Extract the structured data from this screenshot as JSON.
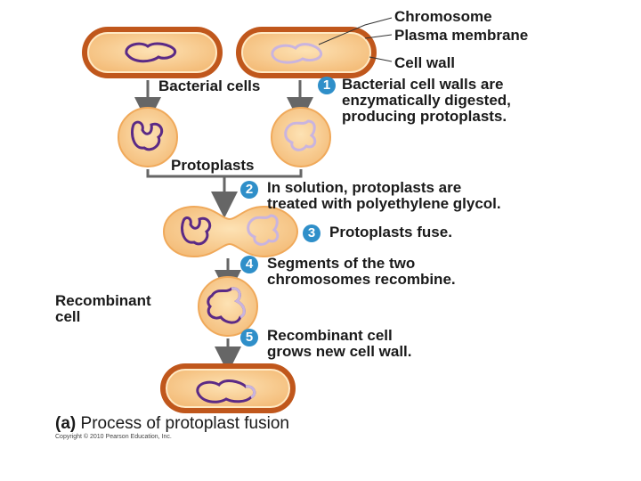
{
  "labels": {
    "chromosome": "Chromosome",
    "plasma_membrane": "Plasma membrane",
    "cell_wall": "Cell wall",
    "bacterial_cells": "Bacterial cells",
    "protoplasts": "Protoplasts",
    "recombinant_cell_line1": "Recombinant",
    "recombinant_cell_line2": "cell"
  },
  "steps": [
    {
      "number": "1",
      "line1": "Bacterial cell walls are",
      "line2": "enzymatically digested,",
      "line3": "producing protoplasts."
    },
    {
      "number": "2",
      "line1": "In solution, protoplasts are",
      "line2": "treated with polyethylene glycol."
    },
    {
      "number": "3",
      "line1": "Protoplasts fuse."
    },
    {
      "number": "4",
      "line1": "Segments of the two",
      "line2": "chromosomes recombine."
    },
    {
      "number": "5",
      "line1": "Recombinant cell",
      "line2": "grows new cell wall."
    }
  ],
  "caption": {
    "label": "(a)",
    "text": "Process of protoplast fusion"
  },
  "copyright": "Copyright © 2010 Pearson Education, Inc.",
  "colors": {
    "cell_wall": "#c0571c",
    "cytoplasm": "#f7c887",
    "chromosome_a": "#5b2a86",
    "chromosome_b": "#c9b4df",
    "step_badge": "#2f8fc9",
    "arrow": "#666666"
  }
}
